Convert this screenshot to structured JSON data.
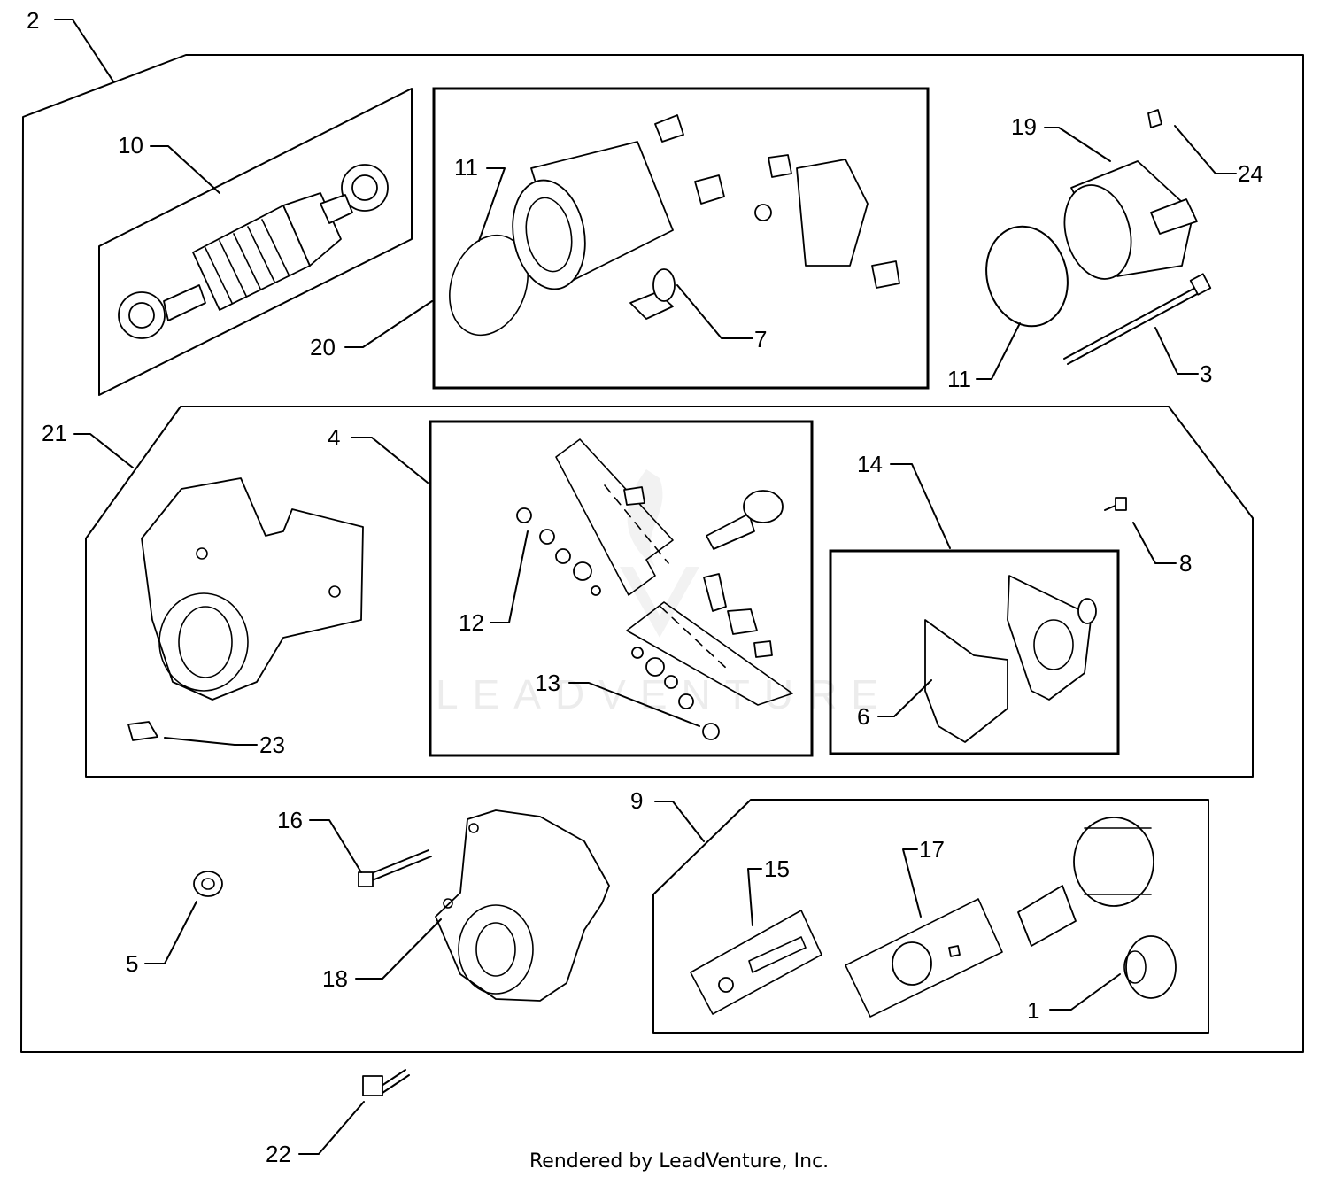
{
  "callouts": [
    "2",
    "10",
    "11",
    "20",
    "7",
    "19",
    "24",
    "11",
    "3",
    "21",
    "4",
    "12",
    "13",
    "14",
    "8",
    "6",
    "23",
    "16",
    "9",
    "15",
    "17",
    "5",
    "18",
    "1",
    "22"
  ],
  "watermark": "LEADVENTURE",
  "credit": "Rendered by LeadVenture, Inc."
}
